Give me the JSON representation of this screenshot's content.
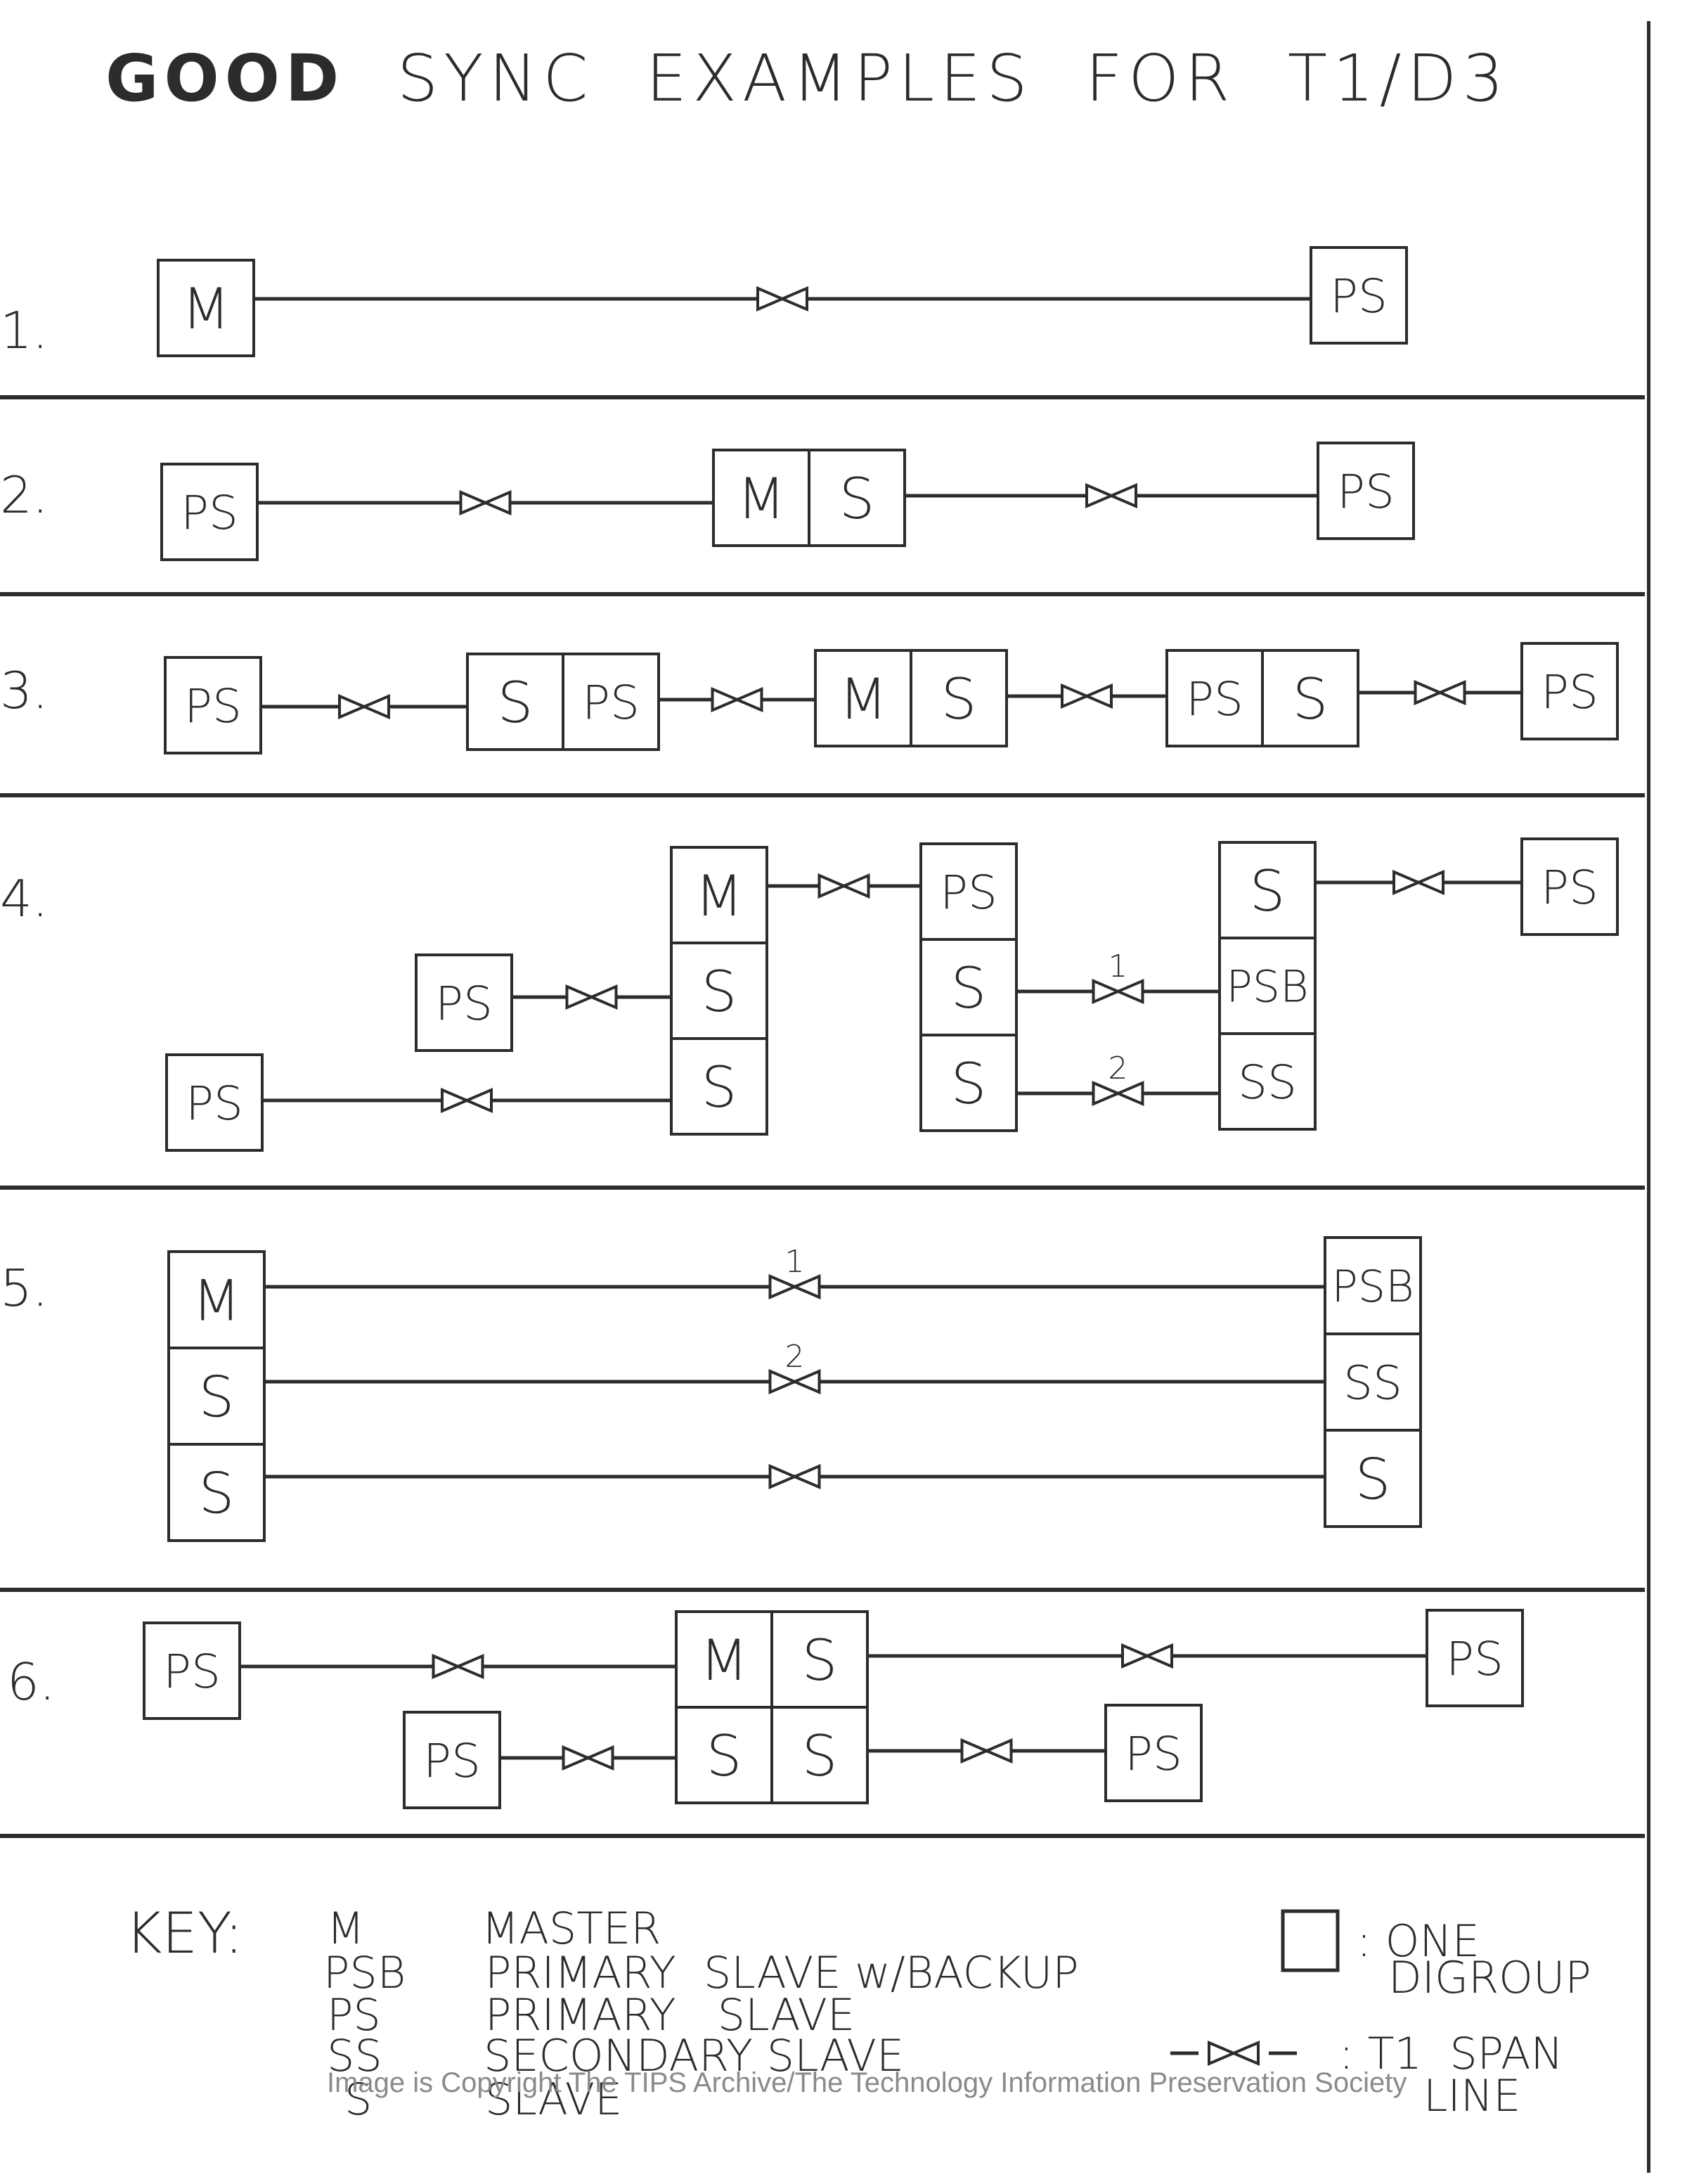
{
  "title": {
    "bold": "GOOD",
    "rest": "SYNC  EXAMPLES  FOR  T1/D3"
  },
  "examples": [
    {
      "number": "1.",
      "boxes": [
        [
          "M"
        ],
        [
          "PS"
        ]
      ],
      "spans": [
        {
          "label": ""
        }
      ]
    },
    {
      "number": "2.",
      "boxes": [
        [
          "PS"
        ],
        [
          "M",
          "S"
        ],
        [
          "PS"
        ]
      ],
      "spans": [
        {
          "label": ""
        },
        {
          "label": ""
        }
      ]
    },
    {
      "number": "3.",
      "boxes": [
        [
          "PS"
        ],
        [
          "S",
          "PS"
        ],
        [
          "M",
          "S"
        ],
        [
          "PS",
          "S"
        ],
        [
          "PS"
        ]
      ],
      "spans": [
        {
          "label": ""
        },
        {
          "label": ""
        },
        {
          "label": ""
        },
        {
          "label": ""
        }
      ]
    },
    {
      "number": "4.",
      "stacks": [
        [
          "M",
          "S",
          "S"
        ],
        [
          "PS",
          "S",
          "S"
        ],
        [
          "S",
          "PSB",
          "SS"
        ]
      ],
      "singles": [
        "PS",
        "PS",
        "PS"
      ],
      "span_labels": [
        "1",
        "2"
      ]
    },
    {
      "number": "5.",
      "stacks": [
        [
          "M",
          "S",
          "S"
        ],
        [
          "PSB",
          "SS",
          "S"
        ]
      ],
      "span_labels": [
        "1",
        "2",
        ""
      ]
    },
    {
      "number": "6.",
      "grid": [
        [
          "M",
          "S"
        ],
        [
          "S",
          "S"
        ]
      ],
      "singles": [
        "PS",
        "PS",
        "PS",
        "PS"
      ]
    }
  ],
  "key": {
    "heading": "KEY:",
    "entries": [
      {
        "abbr": "M",
        "meaning": "MASTER"
      },
      {
        "abbr": "PSB",
        "meaning": "PRIMARY  SLAVE w/BACKUP"
      },
      {
        "abbr": "PS",
        "meaning": "PRIMARY   SLAVE"
      },
      {
        "abbr": "SS",
        "meaning": "SECONDARY SLAVE"
      },
      {
        "abbr": "S",
        "meaning": "SLAVE"
      }
    ],
    "digroup": {
      "symbol": "box",
      "line1": ": ONE",
      "line2": "DIGROUP"
    },
    "span": {
      "symbol": "bowtie",
      "line1": ": T1  SPAN",
      "line2": "LINE"
    }
  },
  "watermark": "Image is Copyright The TIPS Archive/The Technology Information Preservation Society"
}
